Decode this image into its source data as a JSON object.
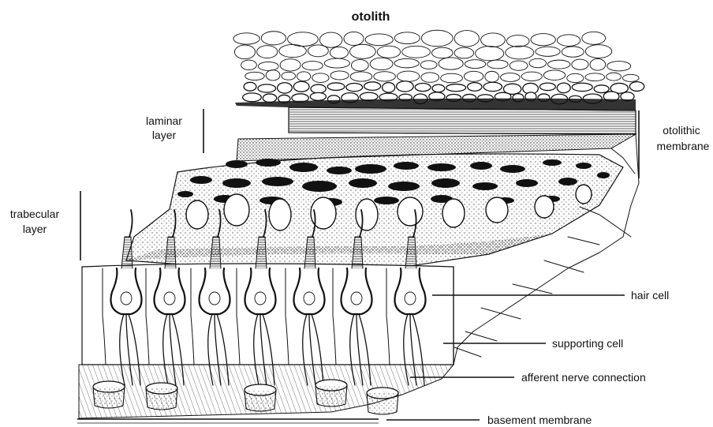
{
  "labels": {
    "otolith": "otolith",
    "laminar_line1": "laminar",
    "laminar_line2": "layer",
    "otolithic_line1": "otolithic",
    "otolithic_line2": "membrane",
    "trabecular_line1": "trabecular",
    "trabecular_line2": "layer",
    "hair_cell": "hair cell",
    "supporting_cell": "supporting cell",
    "afferent_nerve": "afferent nerve connection",
    "basement_membrane": "basement membrane"
  },
  "colors": {
    "ink": "#111111",
    "paper": "#ffffff"
  }
}
